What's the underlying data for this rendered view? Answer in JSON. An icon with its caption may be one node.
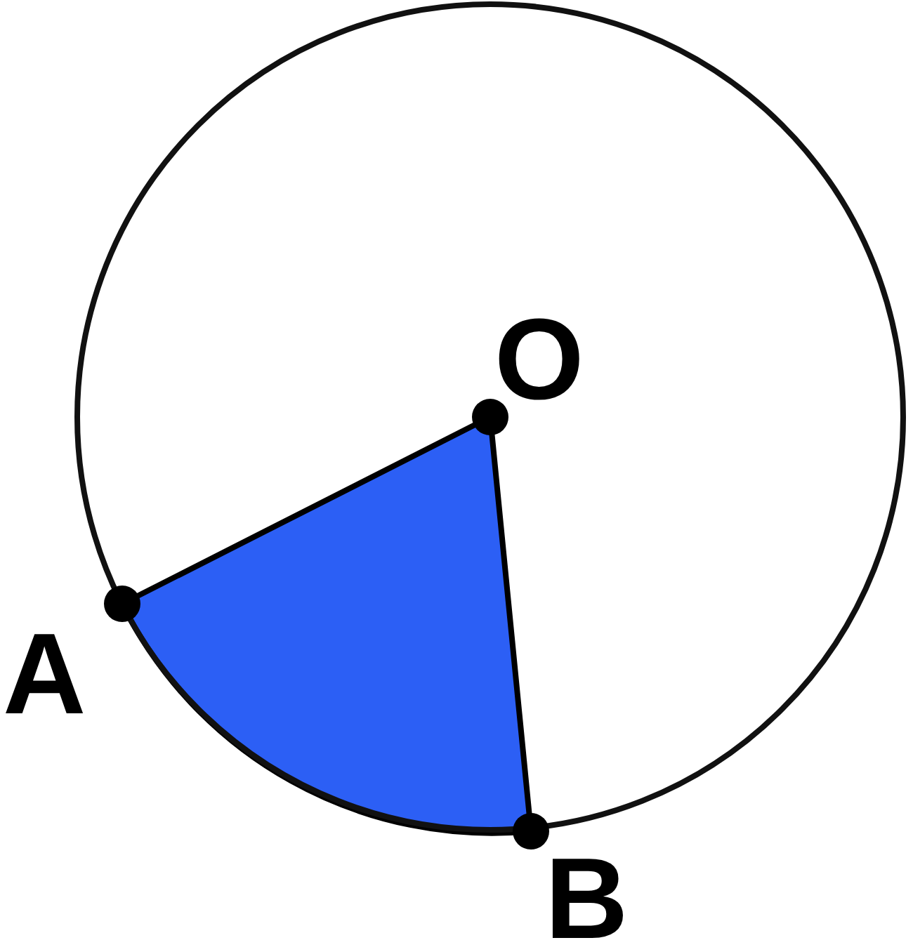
{
  "diagram": {
    "labels": [
      "O",
      "A",
      "B"
    ]
  }
}
